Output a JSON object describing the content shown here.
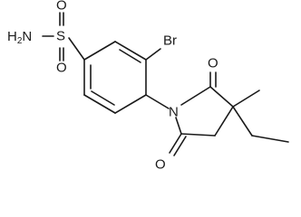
{
  "structure": {
    "atoms": {
      "nh2": "H2N",
      "s": "S",
      "o_top": "O",
      "o_bottom": "O",
      "br": "Br",
      "n": "N",
      "o_upper": "O",
      "o_lower": "O"
    }
  },
  "colors": {
    "bond": "#1a1a1a",
    "background": "#ffffff"
  }
}
